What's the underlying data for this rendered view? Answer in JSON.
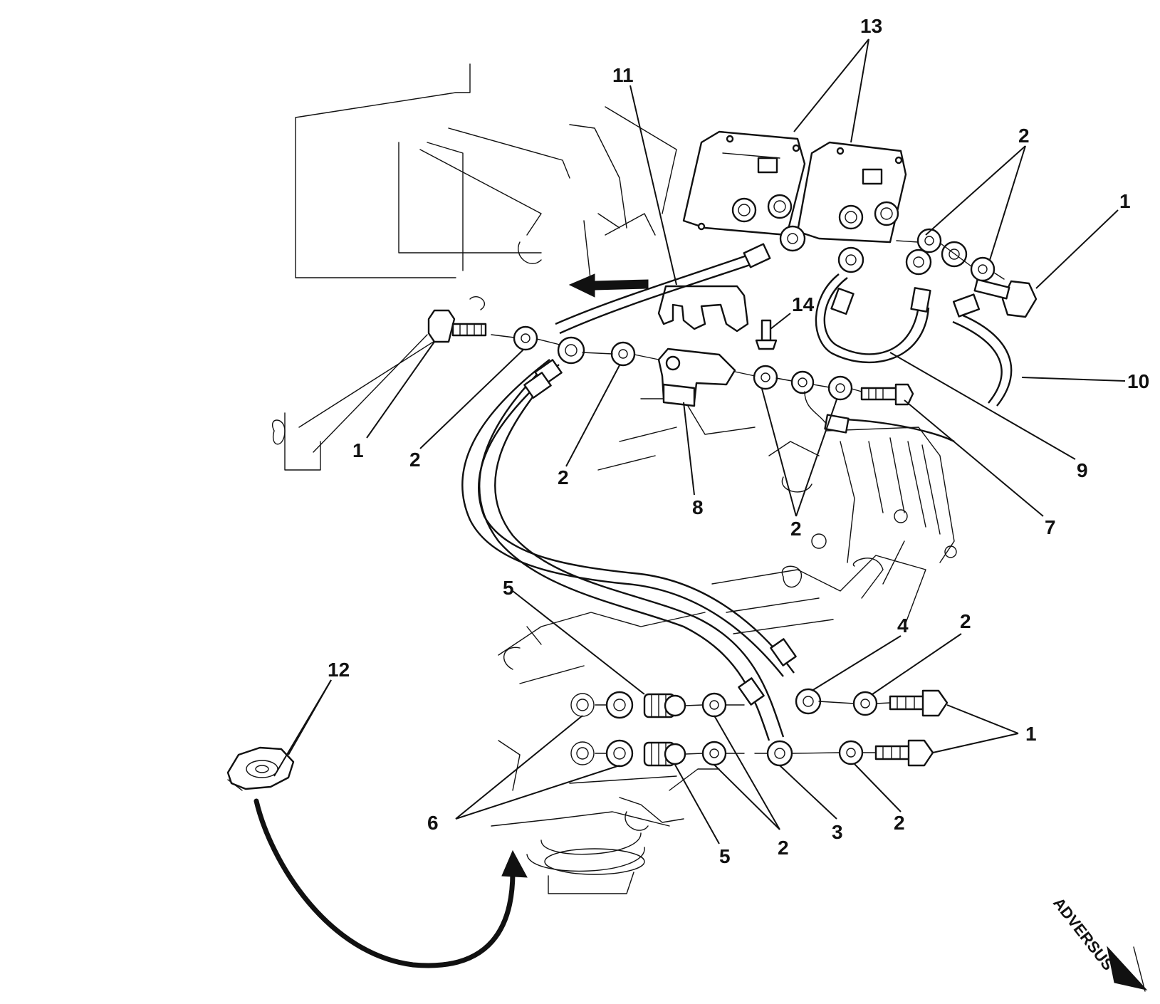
{
  "callouts": {
    "c1a": "1",
    "c1b": "1",
    "c1c": "1",
    "c2a": "2",
    "c2b": "2",
    "c2c": "2",
    "c2d": "2",
    "c2e": "2",
    "c2f": "2",
    "c2g": "2",
    "c3": "3",
    "c4": "4",
    "c5a": "5",
    "c5b": "5",
    "c6": "6",
    "c7": "7",
    "c8": "8",
    "c9": "9",
    "c10": "10",
    "c11": "11",
    "c12": "12",
    "c13": "13",
    "c14": "14"
  },
  "watermark": "ADVERSUS"
}
